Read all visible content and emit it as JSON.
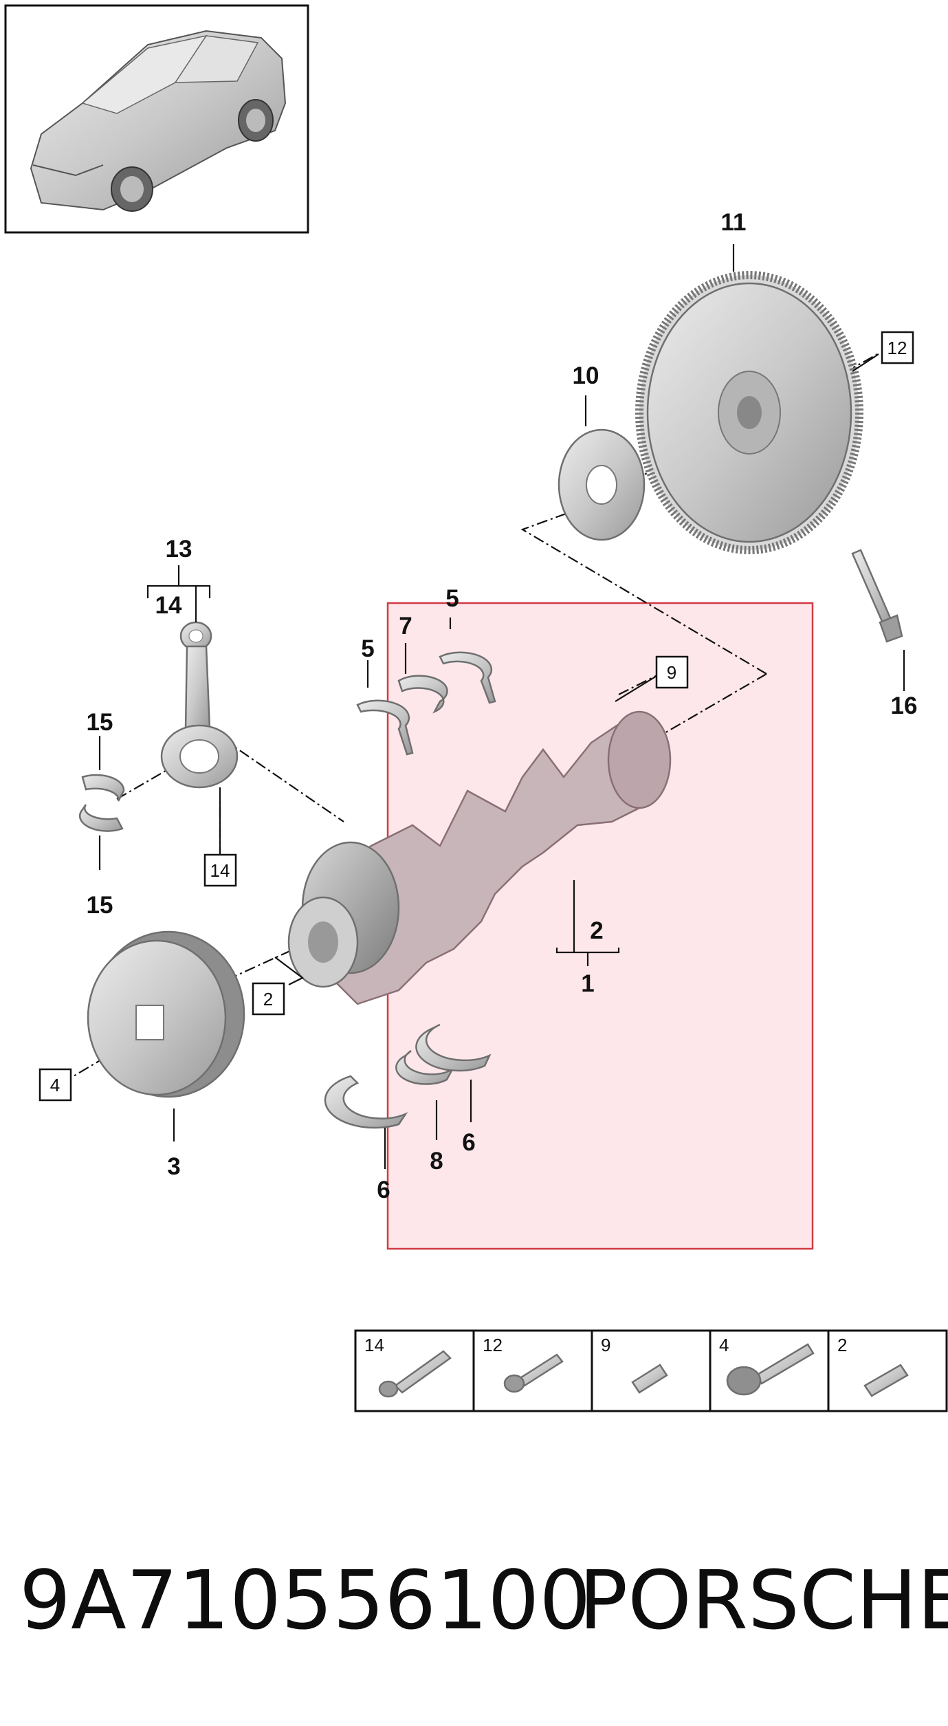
{
  "callouts": [
    "1",
    "2",
    "3",
    "5",
    "5",
    "6",
    "6",
    "7",
    "8",
    "10",
    "11",
    "13",
    "14",
    "15",
    "15",
    "16"
  ],
  "boxed_refs": [
    "2",
    "4",
    "9",
    "12",
    "14"
  ],
  "hardware_table": [
    {
      "ref": "14",
      "icon": "long-flange-bolt-icon"
    },
    {
      "ref": "12",
      "icon": "socket-head-bolt-icon"
    },
    {
      "ref": "9",
      "icon": "dowel-pin-icon"
    },
    {
      "ref": "4",
      "icon": "large-hex-bolt-icon"
    },
    {
      "ref": "2",
      "icon": "short-pin-icon"
    }
  ],
  "footer": {
    "part_number": "9A710556100",
    "brand": "PORSCHE"
  },
  "colors": {
    "highlight_fill": "#fde3e8",
    "highlight_border": "#d23a44",
    "part_gray": "#c6c6c6",
    "line": "#111111"
  }
}
